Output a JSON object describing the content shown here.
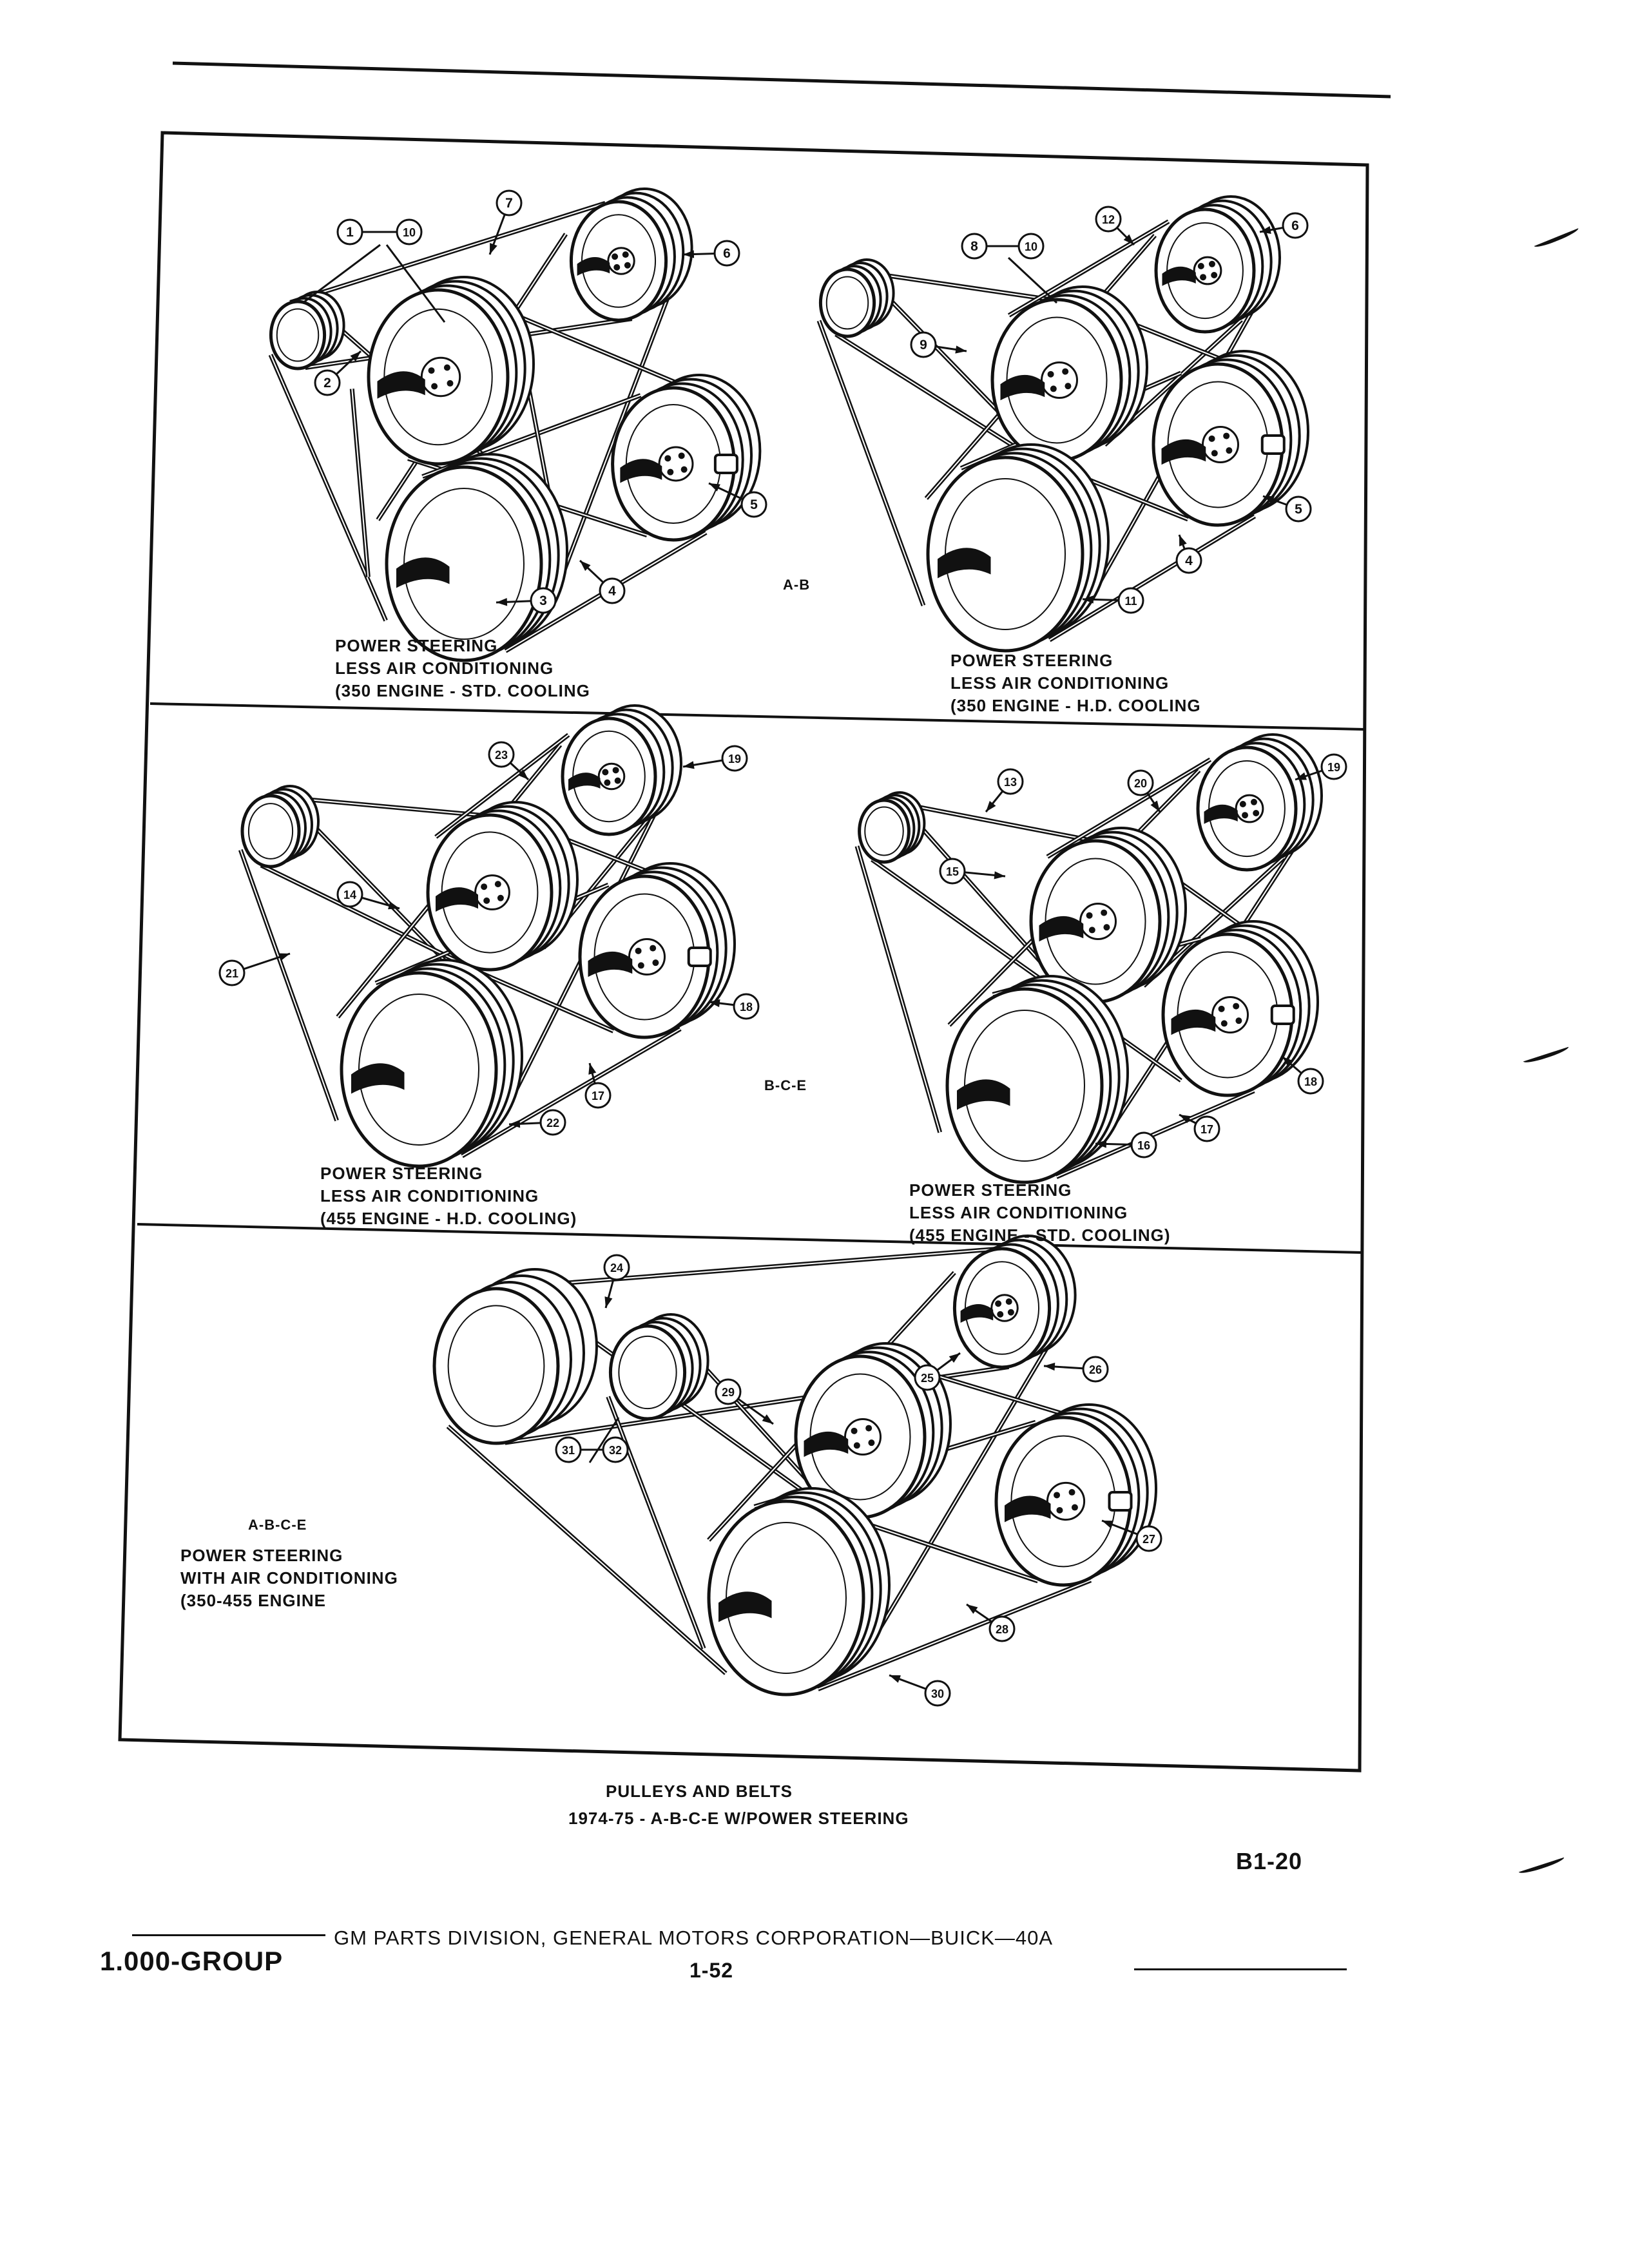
{
  "panels": [
    {
      "caption": [
        "POWER STEERING",
        "LESS AIR CONDITIONING",
        "(350 ENGINE - STD. COOLING"
      ],
      "callouts": [
        "1",
        "10",
        "7",
        "6",
        "2",
        "5",
        "3",
        "4"
      ]
    },
    {
      "caption": [
        "POWER STEERING",
        "LESS AIR CONDITIONING",
        "(350 ENGINE - H.D. COOLING"
      ],
      "callouts": [
        "8",
        "10",
        "12",
        "6",
        "9",
        "5",
        "4",
        "11"
      ]
    },
    {
      "caption": [
        "POWER STEERING",
        "LESS AIR CONDITIONING",
        "(455 ENGINE - H.D. COOLING)"
      ],
      "callouts": [
        "23",
        "19",
        "14",
        "21",
        "18",
        "17",
        "22"
      ]
    },
    {
      "caption": [
        "POWER STEERING",
        "LESS AIR CONDITIONING",
        "(455 ENGINE - STD. COOLING)"
      ],
      "callouts": [
        "13",
        "20",
        "19",
        "15",
        "18",
        "17",
        "16"
      ]
    },
    {
      "caption": [
        "POWER STEERING",
        "WITH AIR CONDITIONING",
        "(350-455 ENGINE"
      ],
      "callouts": [
        "24",
        "25",
        "26",
        "29",
        "31",
        "32",
        "27",
        "28",
        "30"
      ]
    }
  ],
  "row_labels": {
    "row1": "A-B",
    "row2": "B-C-E",
    "row3": "A-B-C-E"
  },
  "figure": {
    "title": "PULLEYS AND BELTS",
    "subtitle": "1974-75 - A-B-C-E W/POWER STEERING"
  },
  "figure_code": "B1-20",
  "footer": {
    "group": "1.000-GROUP",
    "source": "GM PARTS DIVISION, GENERAL MOTORS CORPORATION—BUICK—40A",
    "page": "1-52"
  }
}
